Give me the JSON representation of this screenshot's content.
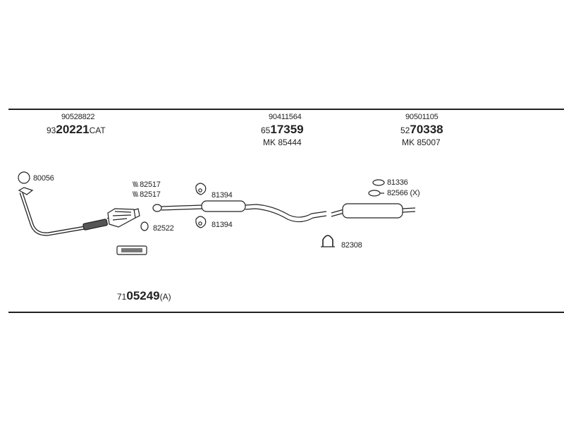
{
  "groups": [
    {
      "ref": "90528822",
      "part": {
        "prefix": "93",
        "main": "20221",
        "suffix": "CAT"
      },
      "mk": ""
    },
    {
      "ref": "90411564",
      "part": {
        "prefix": "65",
        "main": "17359",
        "suffix": ""
      },
      "mk": "MK  85444"
    },
    {
      "ref": "90501105",
      "part": {
        "prefix": "52",
        "main": "70338",
        "suffix": ""
      },
      "mk": "MK  85007"
    }
  ],
  "callouts": {
    "ring": "80056",
    "clamp_a": "82517",
    "clamp_b": "82517",
    "gasket": "82522",
    "hanger_a": "81394",
    "hanger_b": "81394",
    "rear_clip": "81336",
    "rear_clamp": "82566 (X)",
    "u_clamp": "82308"
  },
  "kit": {
    "prefix": "71",
    "main": "05249",
    "suffix": "(A)"
  },
  "symbols": {
    "bolt": "\\\\\\\\"
  },
  "colors": {
    "line": "#222222",
    "fill": "#ffffff",
    "shade": "#888888"
  }
}
